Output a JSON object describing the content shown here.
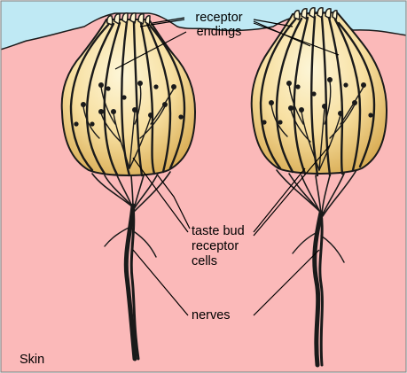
{
  "labels": {
    "receptor_line1": "receptor",
    "receptor_line2": "endings",
    "taste_line1": "taste bud",
    "taste_line2": "receptor",
    "taste_line3": "cells",
    "nerves": "nerves",
    "skin": "Skin"
  },
  "colors": {
    "skin": "#fbb9b9",
    "surface": "#bfe9f4",
    "bud_light": "#fdf4cf",
    "bud_dark": "#ddb45e",
    "ink": "#1a1a1a",
    "frame": "#8a8a8a"
  }
}
